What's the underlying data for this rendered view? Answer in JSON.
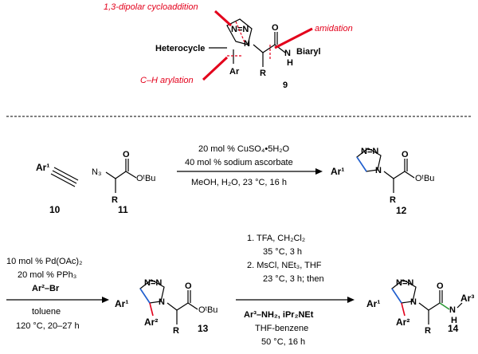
{
  "labels": {
    "dipolar": "1,3-dipolar cycloaddition",
    "amidation": "amidation",
    "ch_arylation": "C–H arylation",
    "heterocycle": "Heterocycle",
    "biaryl": "Biaryl",
    "compound_9": "9"
  },
  "step1": {
    "line1": "20 mol % CuSO₄•5H₂O",
    "line2": "40 mol % sodium ascorbate",
    "line3": "MeOH, H₂O, 23 °C, 16 h"
  },
  "step2": {
    "line1": "10 mol % Pd(OAc)₂",
    "line2": "20 mol % PPh₃",
    "line3": "Ar²–Br",
    "line4": "toluene",
    "line5": "120 °C, 20–27 h"
  },
  "step3": {
    "line1": "1. TFA, CH₂Cl₂",
    "line2": "35 °C, 3 h",
    "line3": "2. MsCl, NEt₃, THF",
    "line4": "23 °C, 3 h; then",
    "line5": "Ar³–NH₂, iPr₂NEt",
    "line6": "THF-benzene",
    "line7": "50 °C, 16 h"
  },
  "compounds": {
    "c10": "10",
    "c11": "11",
    "c12": "12",
    "c13": "13",
    "c14": "14"
  },
  "atoms": {
    "n": "N",
    "n3": "N=N",
    "o": "O",
    "h": "H",
    "r": "R",
    "ar": "Ar",
    "ar1": "Ar¹",
    "ar2": "Ar²",
    "ar3": "Ar³",
    "n3_label": "N₃",
    "otbu": "OᵗBu"
  },
  "colors": {
    "red": "#e3001b",
    "blue": "#1f5fd1",
    "green": "#2f9a3a"
  }
}
